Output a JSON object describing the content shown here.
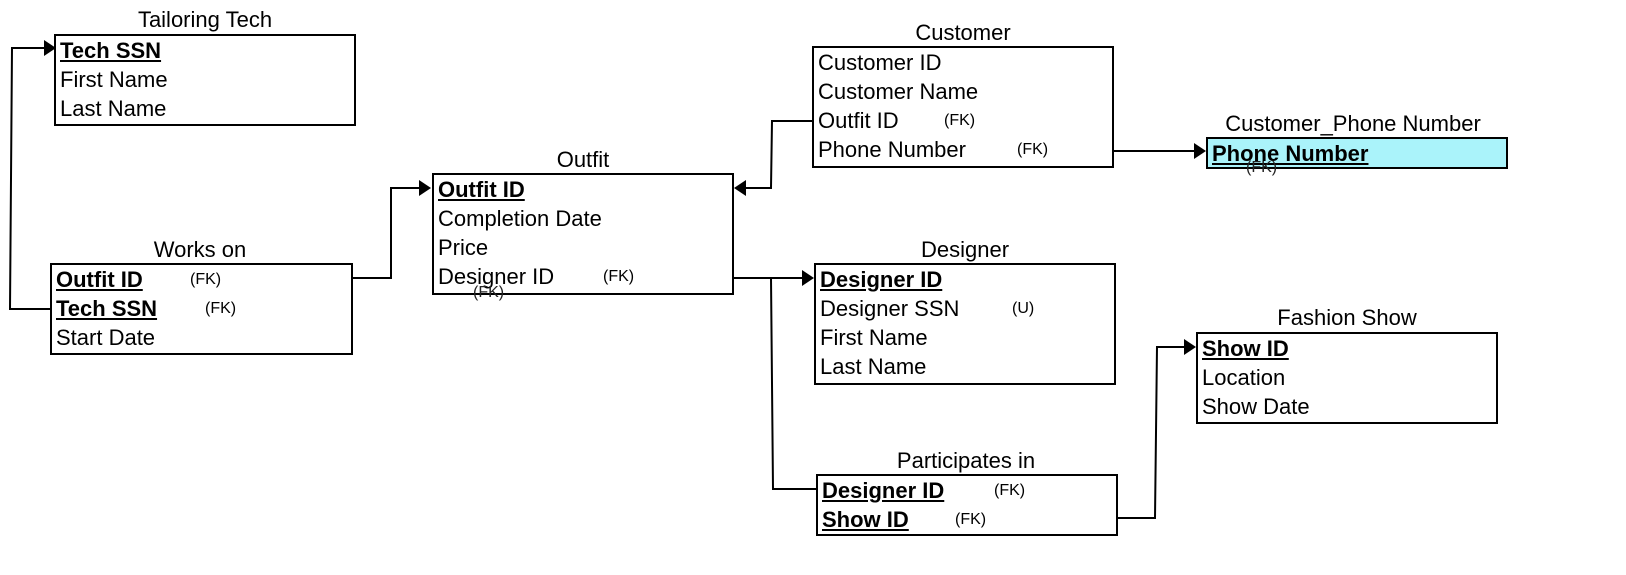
{
  "entities": {
    "tailoring_tech": {
      "title": "Tailoring Tech",
      "rows": [
        {
          "label": "Tech SSN",
          "pk": true,
          "tag": ""
        },
        {
          "label": "First Name",
          "pk": false,
          "tag": ""
        },
        {
          "label": "Last Name",
          "pk": false,
          "tag": ""
        }
      ]
    },
    "works_on": {
      "title": "Works on",
      "rows": [
        {
          "label": "Outfit ID",
          "pk": true,
          "tag": "(FK)"
        },
        {
          "label": "Tech SSN",
          "pk": true,
          "tag": "(FK)"
        },
        {
          "label": "Start Date",
          "pk": false,
          "tag": ""
        }
      ]
    },
    "outfit": {
      "title": "Outfit",
      "rows": [
        {
          "label": "Outfit ID",
          "pk": true,
          "tag": ""
        },
        {
          "label": "Completion Date",
          "pk": false,
          "tag": ""
        },
        {
          "label": "Price",
          "pk": false,
          "tag": ""
        },
        {
          "label": "Designer ID",
          "pk": false,
          "tag": "(FK)"
        }
      ],
      "overlap_tag": "(FK)"
    },
    "customer": {
      "title": "Customer",
      "rows": [
        {
          "label": "Customer ID",
          "pk": false,
          "tag": ""
        },
        {
          "label": "Customer Name",
          "pk": false,
          "tag": ""
        },
        {
          "label": "Outfit ID",
          "pk": false,
          "tag": "(FK)"
        },
        {
          "label": "Phone Number",
          "pk": false,
          "tag": "(FK)"
        }
      ]
    },
    "customer_phone": {
      "title": "Customer_Phone Number",
      "rows": [
        {
          "label": "Phone Number",
          "pk": true,
          "tag": ""
        }
      ],
      "overlap_tag": "(FK)",
      "highlight_color": "#aaf3fa"
    },
    "designer": {
      "title": "Designer",
      "rows": [
        {
          "label": "Designer ID",
          "pk": true,
          "tag": ""
        },
        {
          "label": "Designer SSN",
          "pk": false,
          "tag": "(U)"
        },
        {
          "label": "First Name",
          "pk": false,
          "tag": ""
        },
        {
          "label": "Last Name",
          "pk": false,
          "tag": ""
        }
      ]
    },
    "fashion_show": {
      "title": "Fashion Show",
      "rows": [
        {
          "label": "Show ID",
          "pk": true,
          "tag": ""
        },
        {
          "label": "Location",
          "pk": false,
          "tag": ""
        },
        {
          "label": "Show Date",
          "pk": false,
          "tag": ""
        }
      ]
    },
    "participates_in": {
      "title": "Participates in",
      "rows": [
        {
          "label": "Designer ID",
          "pk": true,
          "tag": "(FK)"
        },
        {
          "label": "Show ID",
          "pk": true,
          "tag": "(FK)"
        }
      ]
    }
  },
  "relationships": [
    {
      "from": "works_on",
      "to": "tailoring_tech"
    },
    {
      "from": "works_on",
      "to": "outfit"
    },
    {
      "from": "customer",
      "to": "outfit"
    },
    {
      "from": "customer",
      "to": "customer_phone"
    },
    {
      "from": "outfit",
      "to": "designer"
    },
    {
      "from": "participates_in",
      "to": "designer"
    },
    {
      "from": "participates_in",
      "to": "fashion_show"
    }
  ]
}
